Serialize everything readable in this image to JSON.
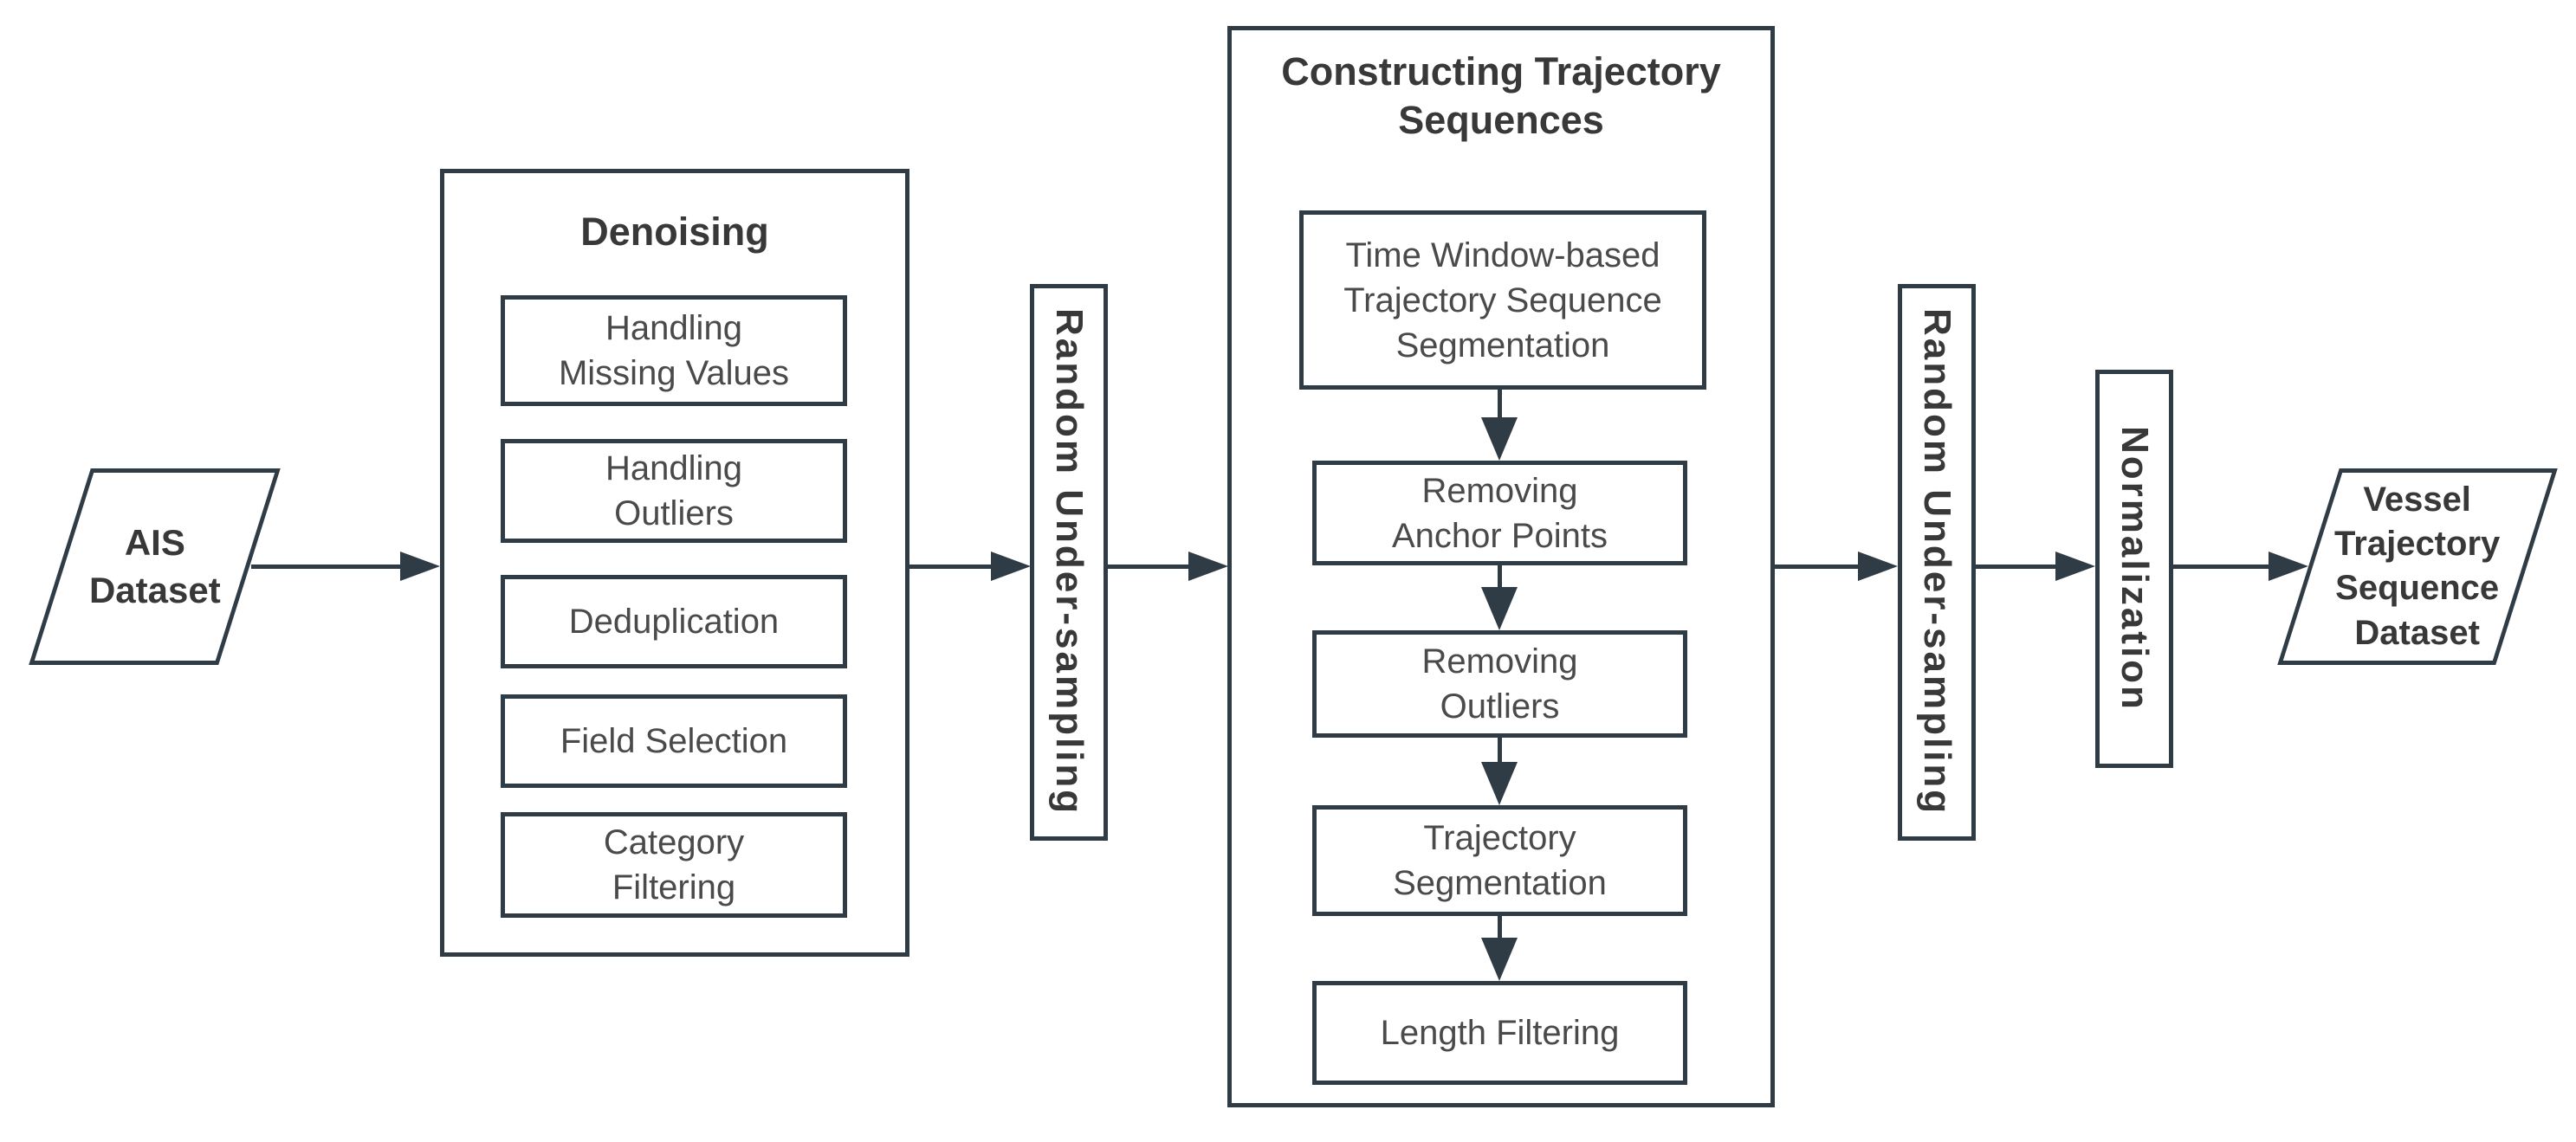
{
  "figure": {
    "background": "#ffffff",
    "line_color": "#2f3b45",
    "text_color": "#4a4a4a",
    "heading_color": "#383838",
    "nodes": {
      "input": {
        "label": "AIS\nDataset"
      },
      "denoising": {
        "title": "Denoising",
        "steps": [
          "Handling\nMissing Values",
          "Handling\nOutliers",
          "Deduplication",
          "Field Selection",
          "Category\nFiltering"
        ]
      },
      "under_sampling_1": {
        "label": "Random Under-sampling"
      },
      "constructing": {
        "title": "Constructing Trajectory\nSequences",
        "steps": [
          "Time Window-based\nTrajectory Sequence\nSegmentation",
          "Removing\nAnchor Points",
          "Removing\nOutliers",
          "Trajectory\nSegmentation",
          "Length Filtering"
        ]
      },
      "under_sampling_2": {
        "label": "Random Under-sampling"
      },
      "normalization": {
        "label": "Normalization"
      },
      "output": {
        "label": "Vessel\nTrajectory\nSequence\nDataset"
      }
    }
  }
}
